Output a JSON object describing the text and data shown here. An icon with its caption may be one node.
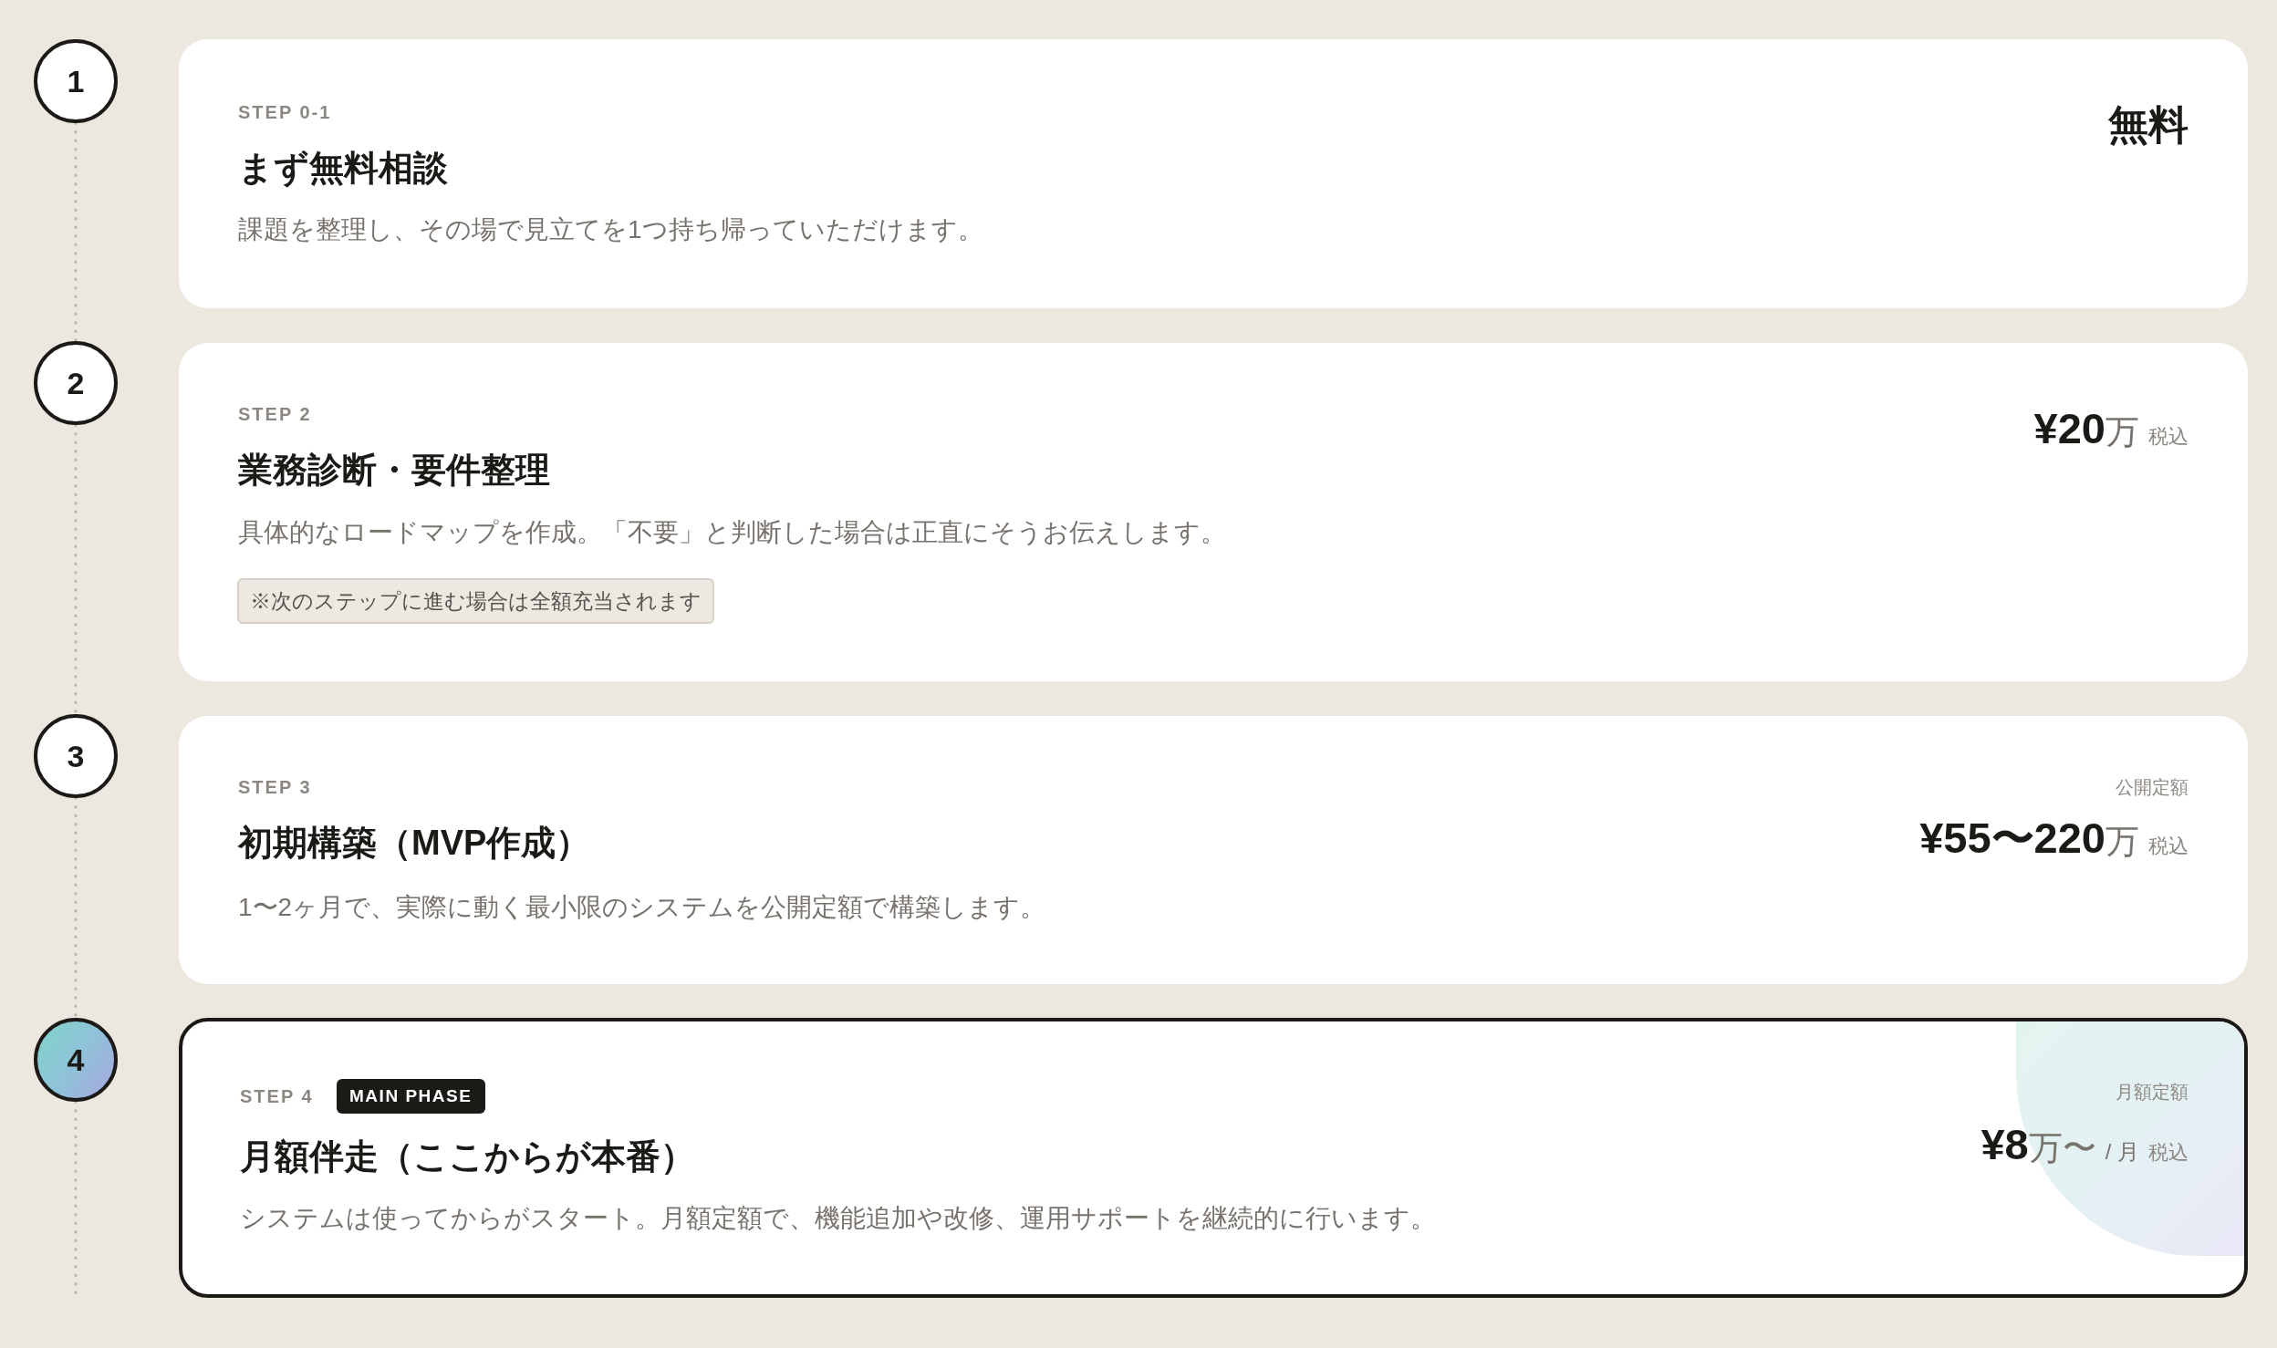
{
  "diagram": {
    "nodes": [
      {
        "text": [
          "1"
        ]
      },
      {
        "text": [
          "STEP 0-1",
          "まず無料相談",
          "課題を整理し、その場で見立てを1つ持ち帰っていただけます。",
          "無料"
        ]
      },
      {
        "text": [
          "2"
        ]
      },
      {
        "text": [
          "STEP 2",
          "業務診断・要件整理",
          "具体的なロードマップを作成。「不要」と判断した場合は正直にそうお伝えします。",
          "**¥20**万",
          "税込"
        ]
      },
      {
        "text": [
          "※次のステップに進む場合は全額充当されます"
        ],
        "in": 3
      },
      {
        "text": [
          "3"
        ]
      },
      {
        "text": [
          "STEP 3",
          "初期構築（MVP作成）",
          "1〜2ヶ月で、実際に動く最小限のシステムを公開定額で構築します。",
          "公開定額",
          "**¥55〜220**万",
          "税込"
        ]
      },
      {
        "text": [
          "4"
        ]
      },
      {
        "text": [
          "STEP 4",
          "月額伴走（ここからが本番）",
          "システムは使ってからがスタート。月額定額で、機能追加や改修、運用サポートを継続的に行います。",
          "月額定額",
          "**¥8**万〜",
          "/ 月",
          "税込"
        ]
      },
      {
        "text": [
          "MAIN PHASE"
        ],
        "in": 8
      }
    ],
    "edges": [
      {
        "from": 0,
        "to": 2,
        "arrow": "none",
        "style": "dashed"
      },
      {
        "from": 2,
        "to": 5,
        "arrow": "none",
        "style": "dashed"
      },
      {
        "from": 5,
        "to": 7,
        "arrow": "none",
        "style": "dashed"
      },
      {
        "from": 7,
        "to": null,
        "arrow": "none",
        "style": "dashed"
      }
    ]
  }
}
